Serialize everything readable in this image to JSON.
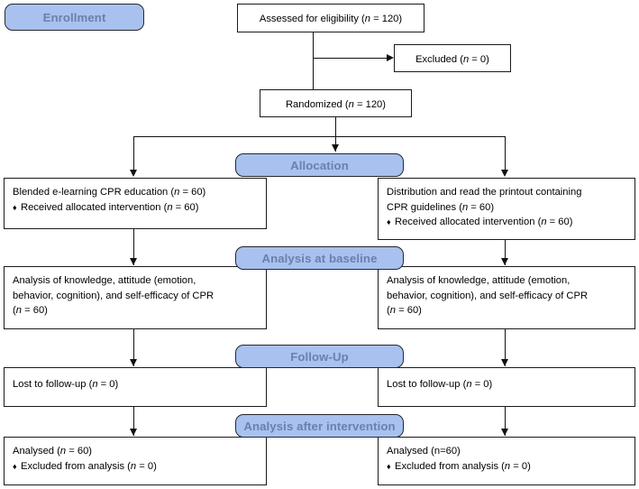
{
  "diagram": {
    "title": "CONSORT participant flow diagram",
    "colors": {
      "pill_fill": "#a9c1ef",
      "pill_border": "#23282e",
      "pill_text": "#6b80ab",
      "box_border": "#1a1a1a",
      "box_fill": "#ffffff",
      "line": "#111111",
      "page_background": "#ffffff"
    }
  },
  "stages": {
    "enrollment": "Enrollment",
    "allocation": "Allocation",
    "analysis_baseline": "Analysis at baseline",
    "followup": "Follow-Up",
    "analysis_after": "Analysis after intervention"
  },
  "enrollment": {
    "assessed": {
      "text_prefix": "Assessed for eligibility (",
      "n_symbol": "n",
      "text_suffix": " = 120)"
    },
    "excluded": {
      "text_prefix": "Excluded  (",
      "n_symbol": "n",
      "text_suffix": " = 0)"
    },
    "randomized": {
      "text_prefix": "Randomized (",
      "n_symbol": "n",
      "text_suffix": " = 120)"
    }
  },
  "allocation": {
    "left": {
      "line1_prefix": "Blended e-learning CPR education (",
      "line1_n": "n",
      "line1_suffix": " = 60)",
      "bullet_glyph": "♦",
      "line2_prefix": "Received allocated intervention (",
      "line2_n": "n",
      "line2_suffix": " = 60)"
    },
    "right": {
      "line1": "Distribution and read the printout containing",
      "line2_prefix": "CPR guidelines (",
      "line2_n": "n",
      "line2_suffix": " = 60)",
      "bullet_glyph": "♦",
      "line3_prefix": "Received allocated intervention (",
      "line3_n": "n",
      "line3_suffix": " = 60)"
    }
  },
  "baseline": {
    "left": {
      "line1": "Analysis of knowledge, attitude (emotion,",
      "line2": "behavior, cognition), and self-efficacy of CPR",
      "line3_prefix": "(",
      "line3_n": "n",
      "line3_suffix": " = 60)"
    },
    "right": {
      "line1": "Analysis of knowledge, attitude (emotion,",
      "line2": "behavior, cognition), and self-efficacy of CPR",
      "line3_prefix": "(",
      "line3_n": "n",
      "line3_suffix": " = 60)"
    }
  },
  "followup": {
    "left": {
      "text_prefix": "Lost to follow-up (",
      "n_symbol": "n",
      "text_suffix": " = 0)"
    },
    "right": {
      "text_prefix": "Lost to follow-up (",
      "n_symbol": "n",
      "text_suffix": " = 0)"
    }
  },
  "analysis": {
    "left": {
      "line1_prefix": "Analysed (",
      "line1_n": "n",
      "line1_suffix": " = 60)",
      "bullet_glyph": "♦",
      "line2_prefix": "Excluded from analysis (",
      "line2_n": "n",
      "line2_suffix": " = 0)"
    },
    "right": {
      "line1_plain": "Analysed (n=60)",
      "bullet_glyph": "♦",
      "line2_prefix": "Excluded from analysis (",
      "line2_n": "n",
      "line2_suffix": " = 0)"
    }
  }
}
